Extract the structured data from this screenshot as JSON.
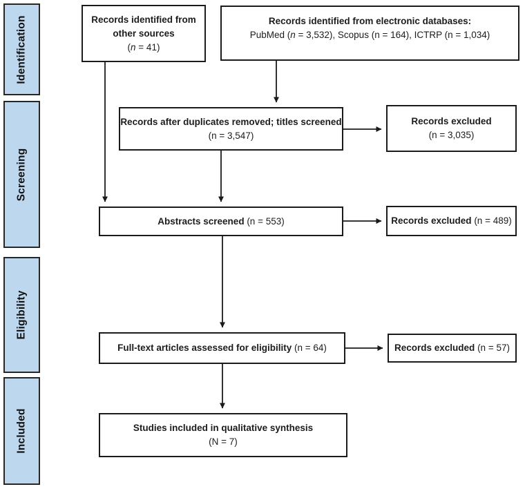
{
  "figure": {
    "kind": "PRISMA flow diagram"
  },
  "colors": {
    "sidebar_fill": "#BDD7EE",
    "stage_border": "#262626",
    "box_border": "#1A1A1A",
    "arrow_color": "#1A1A1A"
  },
  "sidebar": {
    "stages": [
      {
        "label": "Identification"
      },
      {
        "label": "Screening"
      },
      {
        "label": "Eligibility"
      },
      {
        "label": "Included"
      }
    ]
  },
  "flow_boxes": {
    "other_sources": {
      "lines": [
        [
          {
            "t": "Records identified from",
            "b": 1
          }
        ],
        [
          {
            "t": "other sources",
            "b": 1
          }
        ],
        [
          {
            "t": "("
          },
          {
            "t": "n",
            "i": 1
          },
          {
            "t": " = 41)"
          }
        ]
      ]
    },
    "databases": {
      "lines": [
        [
          {
            "t": "Records identified from electronic databases:",
            "b": 1
          }
        ],
        [
          {
            "t": "PubMed ("
          },
          {
            "t": "n",
            "i": 1
          },
          {
            "t": " = 3,532), Scopus (n = 164), ICTRP (n = 1,034)"
          }
        ]
      ]
    },
    "duplicates_screened": {
      "lines": [
        [
          {
            "t": "Records after duplicates removed; titles screened",
            "b": 1
          }
        ],
        [
          {
            "t": "(n = 3,547)"
          }
        ]
      ]
    },
    "excluded_titles": {
      "lines": [
        [
          {
            "t": "Records excluded",
            "b": 1
          }
        ],
        [
          {
            "t": "(n = 3,035)"
          }
        ]
      ]
    },
    "abstracts_screened": {
      "lines": [
        [
          {
            "t": "Abstracts screened",
            "b": 1
          },
          {
            "t": " (n = 553)"
          }
        ]
      ]
    },
    "excluded_abstracts": {
      "lines": [
        [
          {
            "t": "Records excluded",
            "b": 1
          },
          {
            "t": " (n = 489)"
          }
        ]
      ]
    },
    "fulltext_assessed": {
      "lines": [
        [
          {
            "t": "Full-text articles assessed for eligibility",
            "b": 1
          },
          {
            "t": " (n = 64)"
          }
        ]
      ]
    },
    "excluded_fulltext": {
      "lines": [
        [
          {
            "t": "Records excluded",
            "b": 1
          },
          {
            "t": " (n = 57)"
          }
        ]
      ]
    },
    "included_studies": {
      "lines": [
        [
          {
            "t": "Studies included in qualitative synthesis",
            "b": 1
          }
        ],
        [
          {
            "t": "(N = 7)"
          }
        ]
      ]
    }
  }
}
